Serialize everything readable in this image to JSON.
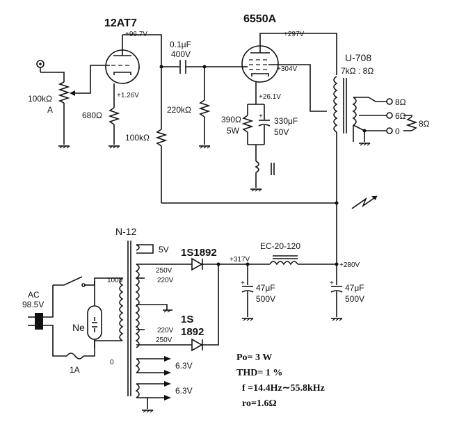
{
  "tubes": {
    "preamp": "12AT7",
    "power": "6550A"
  },
  "voltages": {
    "v1": "+96.7V",
    "v2": "+1.26V",
    "v3": "+297V",
    "v4": "+304V",
    "v5": "+26.1V",
    "v6": "+317V",
    "v7": "+280V"
  },
  "components": {
    "input_pot": "100kΩ",
    "input_pot_taper": "A",
    "cathode_res": "680Ω",
    "coupling_cap": "0.1μF",
    "coupling_cap_v": "400V",
    "grid_res": "220kΩ",
    "plate_load": "100kΩ",
    "out_cath_res": "390Ω",
    "out_cath_res_w": "5W",
    "out_cath_cap": "330μF",
    "out_cath_cap_v": "50V",
    "out_xfmr": "U-708",
    "out_xfmr_ratio": "7kΩ : 8Ω",
    "tap_8": "8Ω",
    "tap_6": "6Ω",
    "tap_0": "0",
    "speaker": "8Ω",
    "power_xfmr": "N-12",
    "sec_5v": "5V",
    "sec_250a": "250V",
    "sec_220a": "220V",
    "sec_220b": "220V",
    "sec_250b": "250V",
    "sec_zero": "0",
    "sec_63a": "6.3V",
    "sec_63b": "6.3V",
    "primary_100": "100V",
    "diode1": "1S1892",
    "diode2_a": "1S",
    "diode2_b": "1892",
    "choke": "EC-20-120",
    "filt1": "47μF",
    "filt1_v": "500V",
    "filt2": "47μF",
    "filt2_v": "500V",
    "mains": "AC",
    "mains_v": "98.5V",
    "neon": "Ne",
    "fuse": "1A"
  },
  "specs": {
    "po": "Po= 3 W",
    "thd": "THD= 1 %",
    "freq": "f =14.4Hz∼55.8kHz",
    "ro": "ro=1.6Ω"
  }
}
